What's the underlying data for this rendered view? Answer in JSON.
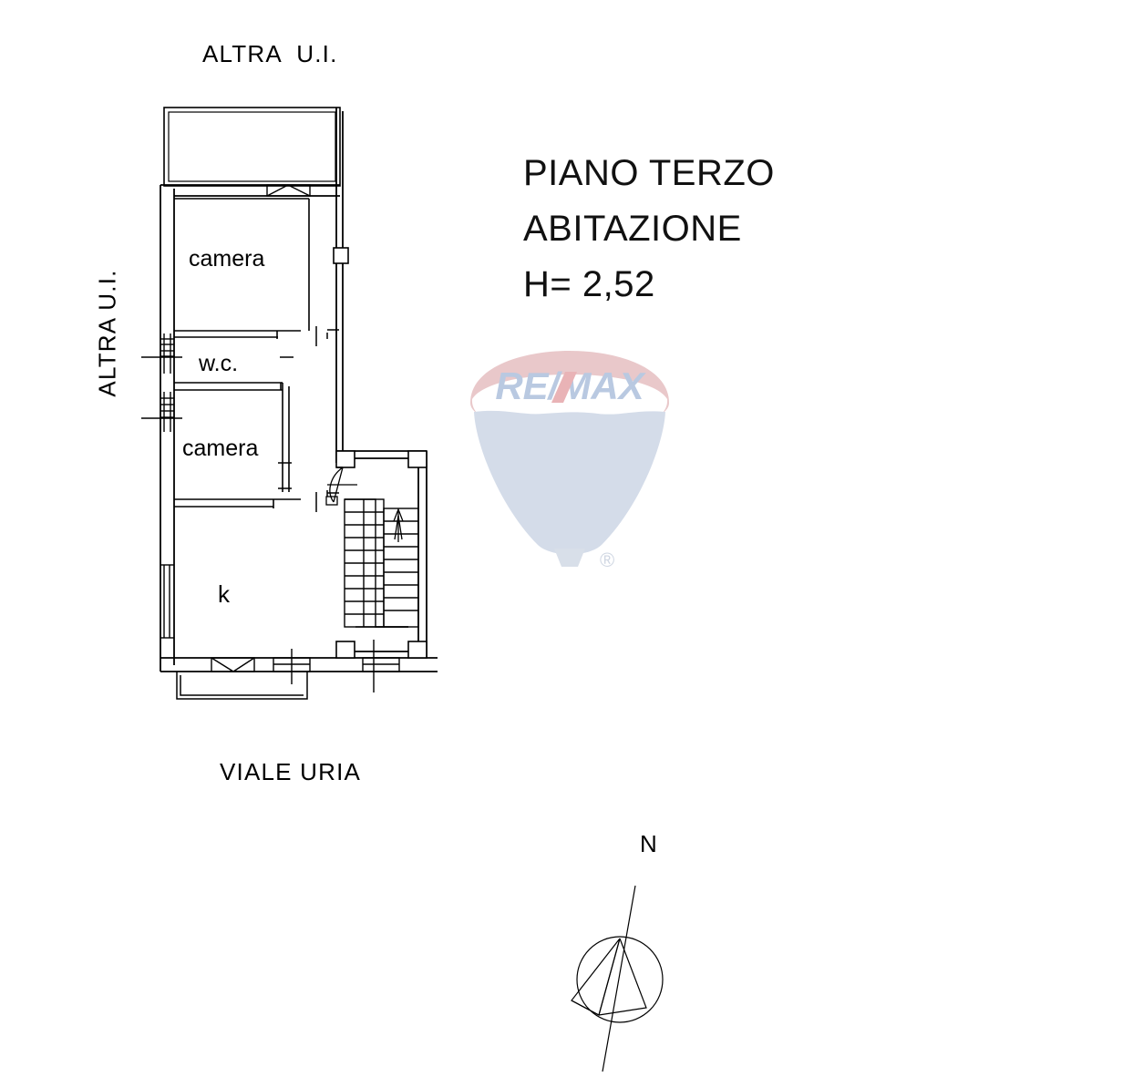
{
  "document": {
    "type": "floor-plan",
    "title_lines": [
      "PIANO TERZO",
      "ABITAZIONE",
      "H= 2,52"
    ],
    "floor_label": "PIANO TERZO",
    "use_label": "ABITAZIONE",
    "height_label": "H= 2,52"
  },
  "annotations": {
    "top_neighbour": "ALTRA  U.I.",
    "left_neighbour": "ALTRA U.I.",
    "street_bottom": "VIALE URIA",
    "north_label": "N"
  },
  "rooms": [
    {
      "id": "camera-1",
      "label": "camera"
    },
    {
      "id": "wc",
      "label": "w.c."
    },
    {
      "id": "camera-2",
      "label": "camera"
    },
    {
      "id": "kitchen",
      "label": "k"
    }
  ],
  "watermark": {
    "brand": "RE/MAX",
    "registered_mark": "®",
    "colors": {
      "balloon_top": "#e9c8ca",
      "balloon_skirt": "#d4dce9",
      "brand_text": "#b9c9e1",
      "brand_slash": "#e9b3b6",
      "basket": "#d8dfe9"
    }
  },
  "colors": {
    "line": "#000000",
    "background": "#ffffff",
    "text": "#000000"
  },
  "compass": {
    "label": "N",
    "style": "circle-with-needle"
  }
}
